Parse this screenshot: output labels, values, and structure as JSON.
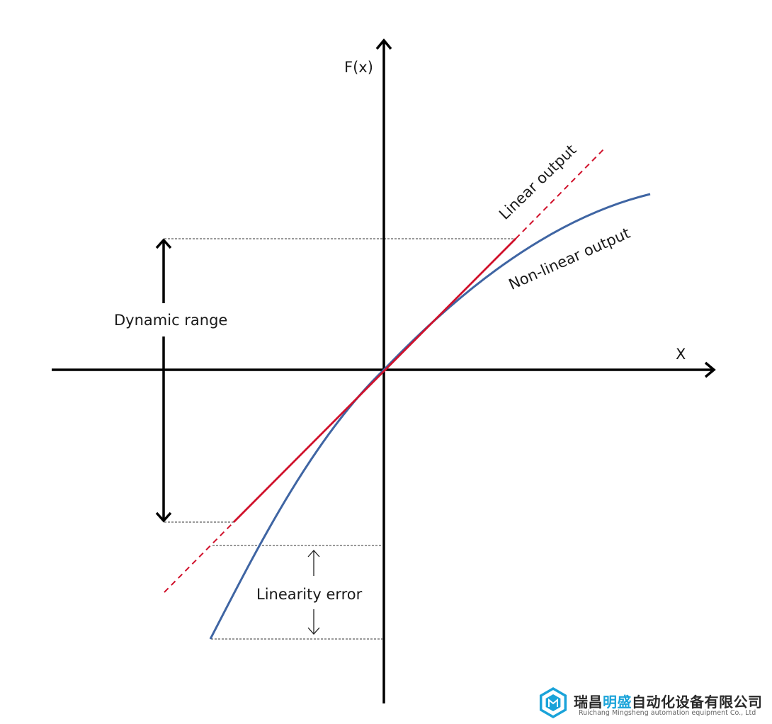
{
  "diagram": {
    "y_axis_label": "F(x)",
    "x_axis_label": "X",
    "linear_label": "Linear output",
    "nonlinear_label": "Non-linear output",
    "dynamic_range_label": "Dynamic range",
    "linearity_error_label": "Linearity error",
    "colors": {
      "axis": "#000000",
      "linear": "#d0112b",
      "nonlinear": "#3f65a3",
      "guide": "#333333"
    }
  },
  "logo": {
    "icon": "cube-logo-icon",
    "name_part1": "瑞昌",
    "name_highlight": "明盛",
    "name_part2": "自动化设备有限公司",
    "name_en": "Ruichang Mingsheng automation equipment Co., Ltd",
    "accent_color": "#1aa3d9"
  }
}
